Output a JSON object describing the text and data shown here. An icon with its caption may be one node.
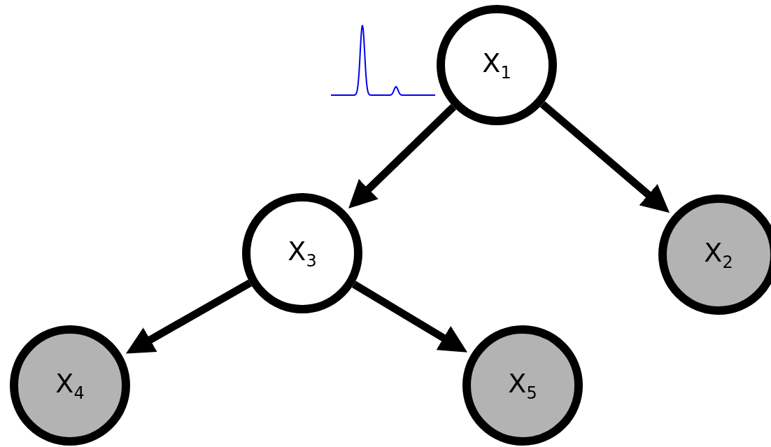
{
  "diagram": {
    "nodes": [
      {
        "text": [
          "X$_{1}$"
        ]
      },
      {
        "text": [
          "X$_{3}$"
        ]
      },
      {
        "text": [
          "X$_{2}$"
        ]
      },
      {
        "text": [
          "X$_{4}$"
        ]
      },
      {
        "text": [
          "X$_{5}$"
        ]
      }
    ],
    "edges": [
      {
        "from": 0,
        "to": 1,
        "arrow": "to"
      },
      {
        "from": 0,
        "to": 2,
        "arrow": "to"
      },
      {
        "from": 1,
        "to": 3,
        "arrow": "to"
      },
      {
        "from": 1,
        "to": 4,
        "arrow": "to"
      }
    ]
  }
}
